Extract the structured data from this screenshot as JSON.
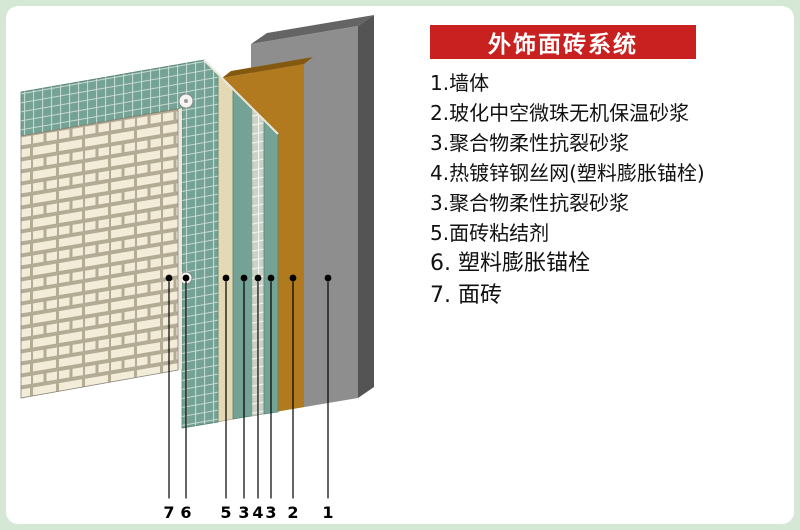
{
  "title": {
    "text": "外饰面砖系统"
  },
  "colors": {
    "banner_red": "#c92120",
    "wall_gray": "#8e8e8e",
    "insulation_brown": "#b27a1e",
    "mortar_teal": "#74a294",
    "adhesive_cream": "#e3dab5",
    "brick_face": "#f2ecd9",
    "frame_green": "#d5e8d5"
  },
  "legend": {
    "items": [
      "1.墙体",
      "2.玻化中空微珠无机保温砂浆",
      "3.聚合物柔性抗裂砂浆",
      "4.热镀锌钢丝网(塑料膨胀锚栓)",
      "3.聚合物柔性抗裂砂浆",
      "5.面砖粘结剂",
      "6. 塑料膨胀锚栓",
      "7. 面砖"
    ]
  },
  "callouts": {
    "numbers": [
      "7",
      "6",
      "5",
      "3",
      "4",
      "3",
      "2",
      "1"
    ]
  }
}
